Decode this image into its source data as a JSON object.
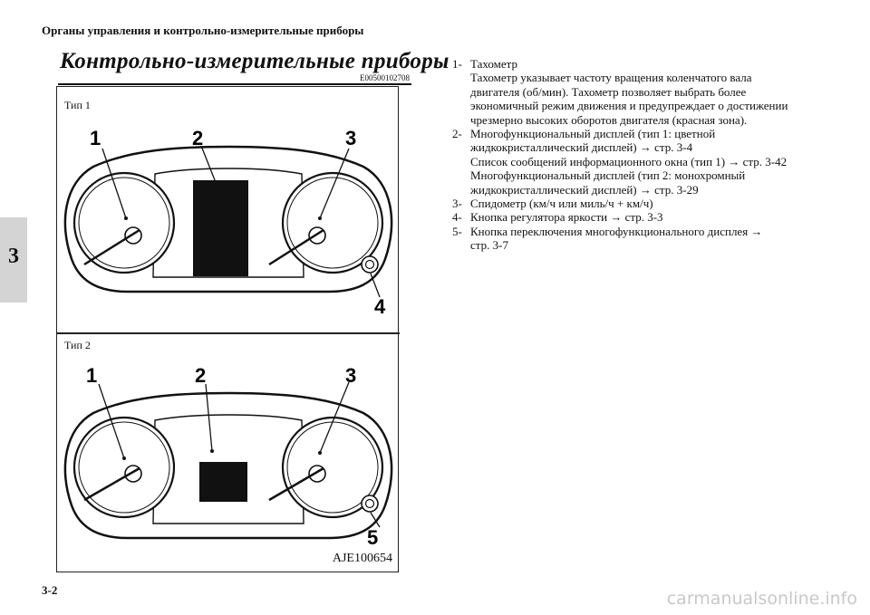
{
  "header": {
    "section_title": "Органы управления и контрольно-измерительные приборы"
  },
  "page": {
    "title": "Контрольно-измерительные приборы",
    "code": "E00500102708",
    "chapter": "3",
    "number": "3-2"
  },
  "figure": {
    "type1_label": "Тип 1",
    "type2_label": "Тип 2",
    "callouts_type1": [
      "1",
      "2",
      "3",
      "4"
    ],
    "callouts_type2": [
      "1",
      "2",
      "3",
      "5"
    ],
    "code": "AJE100654"
  },
  "legend": [
    {
      "num": "1-",
      "lines": [
        "Тахометр",
        "Тахометр указывает частоту вращения коленчатого вала",
        "двигателя (об/мин). Тахометр позволяет выбрать более",
        "экономичный режим движения и предупреждает о достижении",
        "чрезмерно высоких оборотов двигателя (красная зона)."
      ]
    },
    {
      "num": "2-",
      "lines": [
        "Многофункциональный дисплей (тип 1: цветной",
        "жидкокристаллический дисплей) → стр. 3-4",
        "Список сообщений информационного окна (тип 1) → стр. 3-42",
        "Многофункциональный дисплей (тип 2: монохромный",
        "жидкокристаллический дисплей) → стр. 3-29"
      ]
    },
    {
      "num": "3-",
      "lines": [
        "Спидометр (км/ч или миль/ч + км/ч)"
      ]
    },
    {
      "num": "4-",
      "lines": [
        "Кнопка регулятора яркости → стр. 3-3"
      ]
    },
    {
      "num": "5-",
      "lines": [
        "Кнопка переключения многофункционального дисплея →",
        "стр. 3-7"
      ]
    }
  ],
  "watermark": "carmanualsonline.info"
}
